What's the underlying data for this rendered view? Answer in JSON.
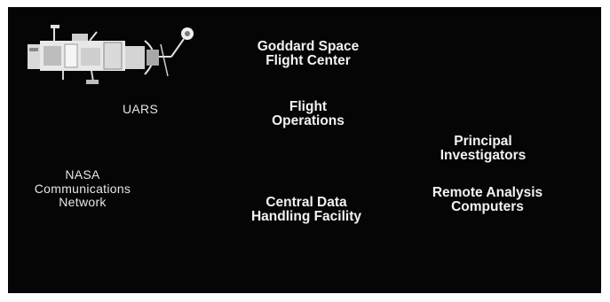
{
  "diagram": {
    "background_color": "#050505",
    "text_color": "#f2f2f2",
    "nodes": {
      "uars": {
        "label": "UARS",
        "icon": "satellite-icon"
      },
      "goddard": {
        "lines": [
          "Goddard Space",
          "Flight Center"
        ]
      },
      "flight_ops": {
        "lines": [
          "Flight",
          "Operations"
        ]
      },
      "nasa_network": {
        "lines": [
          "NASA",
          "Communications",
          "Network"
        ]
      },
      "cdhf": {
        "lines": [
          "Central Data",
          "Handling Facility"
        ]
      },
      "principal_investigators": {
        "lines": [
          "Principal",
          "Investigators"
        ]
      },
      "remote_analysis": {
        "lines": [
          "Remote Analysis",
          "Computers"
        ]
      }
    }
  }
}
